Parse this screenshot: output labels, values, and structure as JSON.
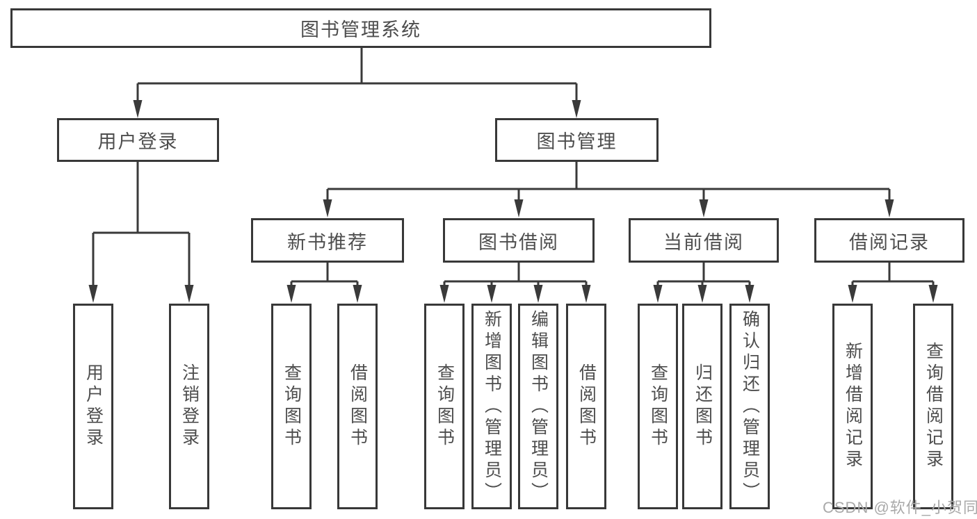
{
  "diagram": {
    "kind": "hierarchy-function-structure",
    "colors": {
      "line": "#3a3a3a",
      "border": "#383838",
      "text": "#4d4d4d",
      "background": "#ffffff",
      "watermark": "#a9a9a9"
    }
  },
  "tree": {
    "label": "图书管理系统",
    "children": [
      {
        "label": "用户登录",
        "children": [
          {
            "label": "用户登录"
          },
          {
            "label": "注销登录"
          }
        ]
      },
      {
        "label": "图书管理",
        "children": [
          {
            "label": "新书推荐",
            "children": [
              {
                "label": "查询图书"
              },
              {
                "label": "借阅图书"
              }
            ]
          },
          {
            "label": "图书借阅",
            "children": [
              {
                "label": "查询图书"
              },
              {
                "label": "新增图书（管理员）"
              },
              {
                "label": "编辑图书（管理员）"
              },
              {
                "label": "借阅图书"
              }
            ]
          },
          {
            "label": "当前借阅",
            "children": [
              {
                "label": "查询图书"
              },
              {
                "label": "归还图书"
              },
              {
                "label": "确认归还（管理员）"
              }
            ]
          },
          {
            "label": "借阅记录",
            "children": [
              {
                "label": "新增借阅记录"
              },
              {
                "label": "查询借阅记录"
              }
            ]
          }
        ]
      }
    ]
  },
  "watermark": "CSDN @软件_小贺同学"
}
